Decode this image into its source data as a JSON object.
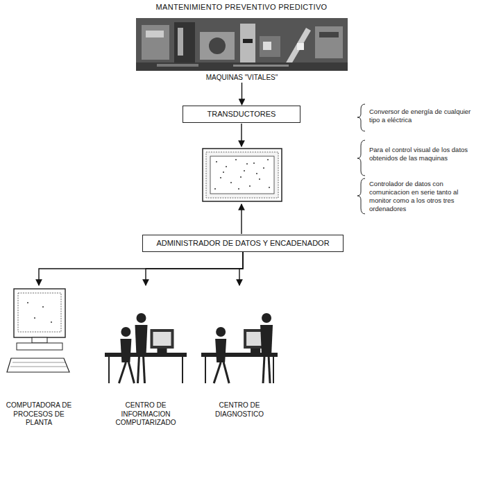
{
  "diagram": {
    "title": "MANTENIMIENTO PREVENTIVO PREDICTIVO",
    "nodes": [
      {
        "text": [
          "MAQUINAS \"VITALES\""
        ]
      },
      {
        "text": [
          "TRANSDUCTORES"
        ]
      },
      {
        "text": [
          "ADMINISTRADOR DE DATOS Y ENCADENADOR"
        ]
      },
      {
        "text": [
          "COMPUTADORA DE PROCESOS DE PLANTA"
        ]
      },
      {
        "text": [
          "CENTRO DE INFORMACION COMPUTARIZADO"
        ]
      },
      {
        "text": [
          "CENTRO DE DIAGNOSTICO"
        ]
      }
    ],
    "edges": [
      {
        "from": 0,
        "to": 1,
        "arrow": "to"
      },
      {
        "from": 2,
        "to": 3,
        "arrow": "to"
      },
      {
        "from": 2,
        "to": 4,
        "arrow": "to"
      },
      {
        "from": 2,
        "to": 5,
        "arrow": "to"
      }
    ],
    "labels": [
      "Conversor de energía de cualquier tipo a eléctrica",
      "Para el control visual de los datos obtenidos de las maquinas",
      "Controlador de datos con comunicacion en serie tanto al monitor como a los otros tres ordenadores"
    ]
  }
}
